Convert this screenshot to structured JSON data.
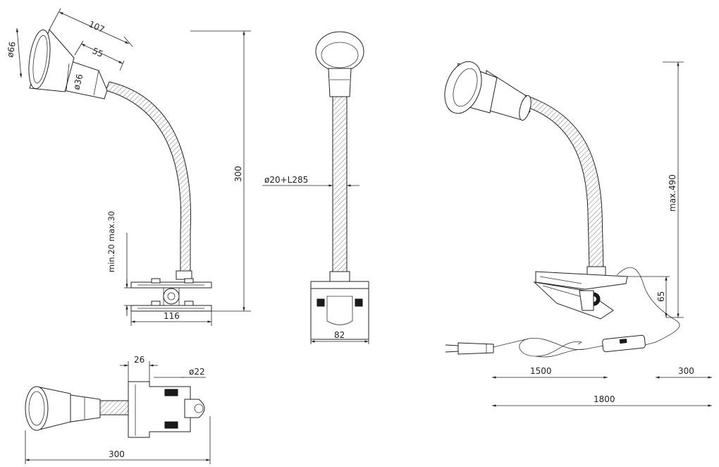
{
  "dimensions": {
    "shade_diameter": "ø66",
    "shade_length": "107",
    "neck_length": "55",
    "neck_diameter": "ø36",
    "side_height": "300",
    "clamp_opening": "min.20 max.30",
    "clamp_width": "116",
    "arm_spec": "ø20+L285",
    "base_width": "82",
    "max_height": "max.490",
    "clip_height": "65",
    "cord_to_switch": "1500",
    "switch_to_lamp": "300",
    "total_cord": "1800",
    "clip_depth": "26",
    "pivot_diameter": "ø22",
    "plan_length": "300"
  }
}
